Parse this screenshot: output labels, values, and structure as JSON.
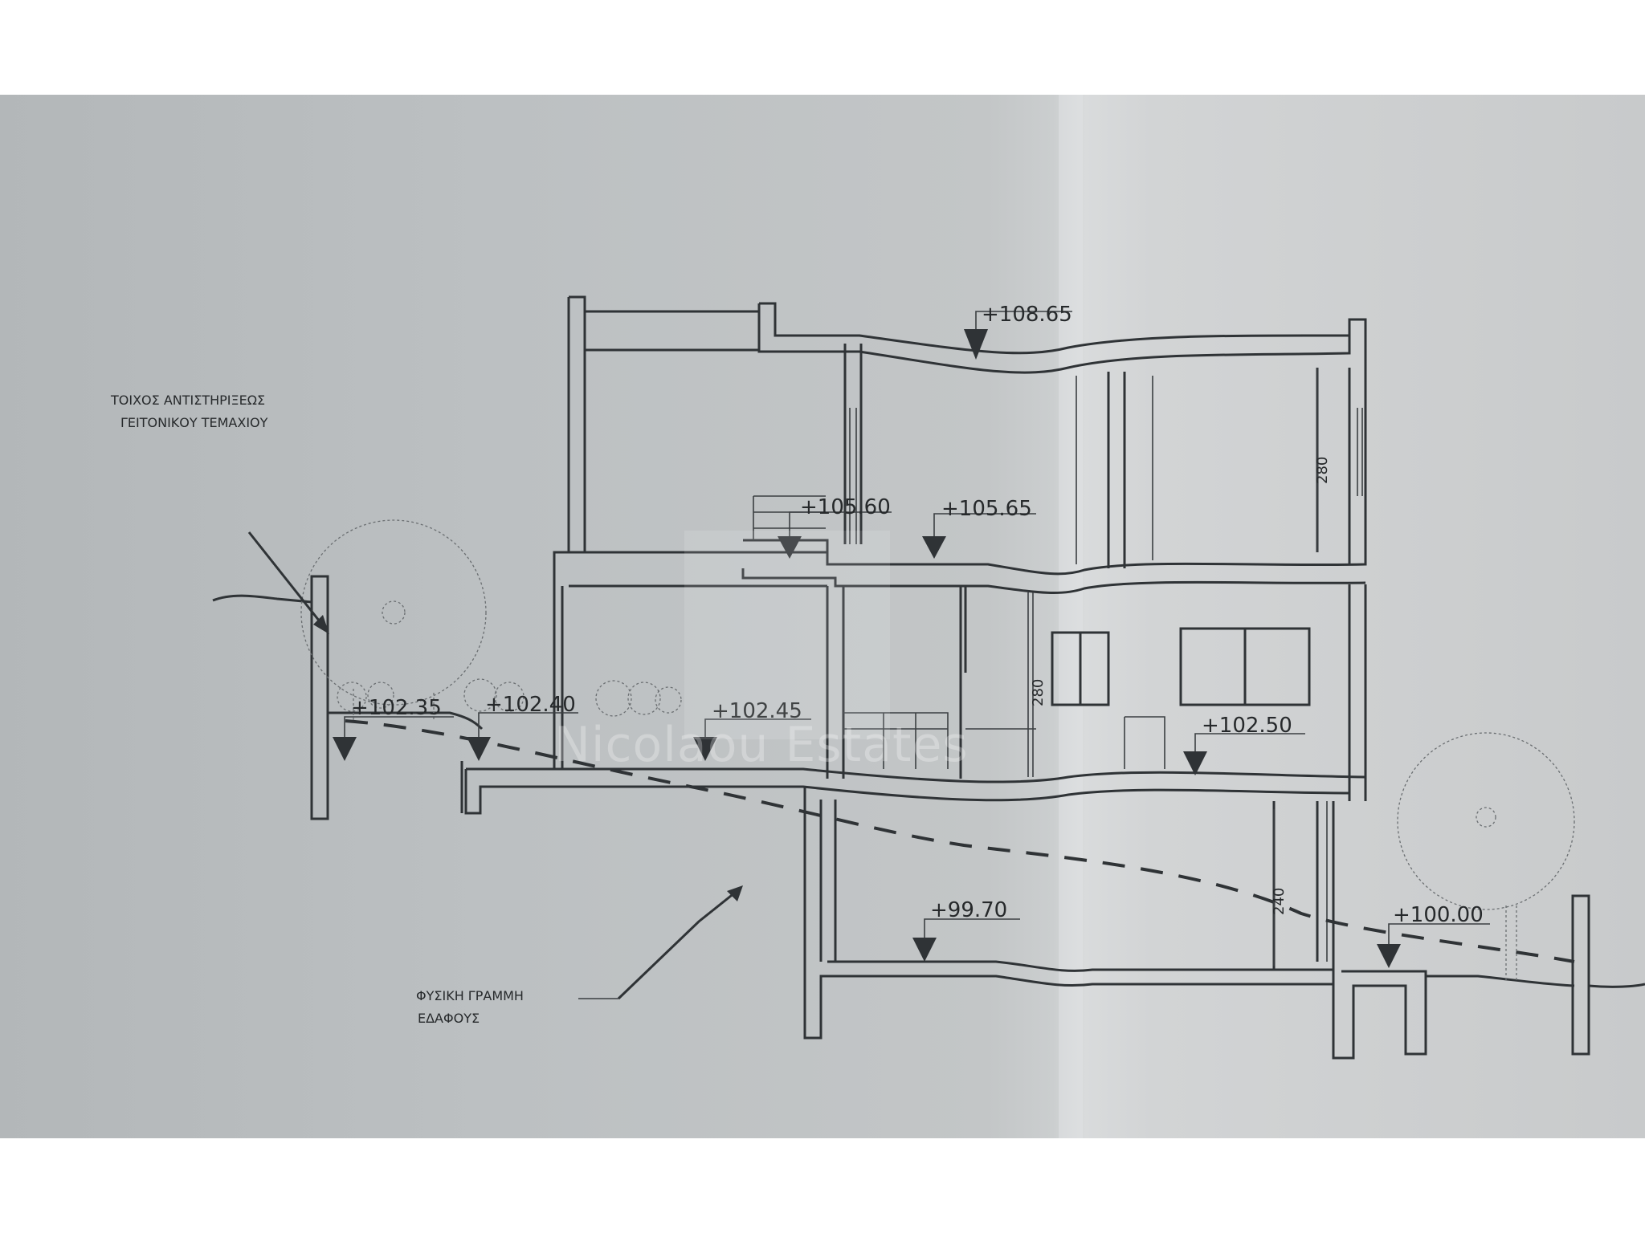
{
  "annotations": {
    "retaining_wall": [
      "ΤΟΙΧΟΣ ΑΝΤΙΣΤΗΡΙΞΕΩΣ",
      "ΓΕΙΤΟΝΙΚΟΥ ΤΕΜΑΧΙΟΥ"
    ],
    "ground_line": [
      "ΦΥΣΙΚΗ ΓΡΑΜΜΗ",
      "ΕΔΑΦΟΥΣ"
    ]
  },
  "levels": {
    "roof": "+108.65",
    "mezzanine": "+105.60",
    "upper_floor": "+105.65",
    "garden_1": "+102.35",
    "garden_2": "+102.40",
    "garden_3": "+102.45",
    "ground_floor": "+102.50",
    "basement": "+99.70",
    "exterior_low": "+100.00"
  },
  "heights": {
    "upper": "280",
    "ground": "280",
    "basement": "240"
  },
  "watermark": "Nicolaou Estates"
}
